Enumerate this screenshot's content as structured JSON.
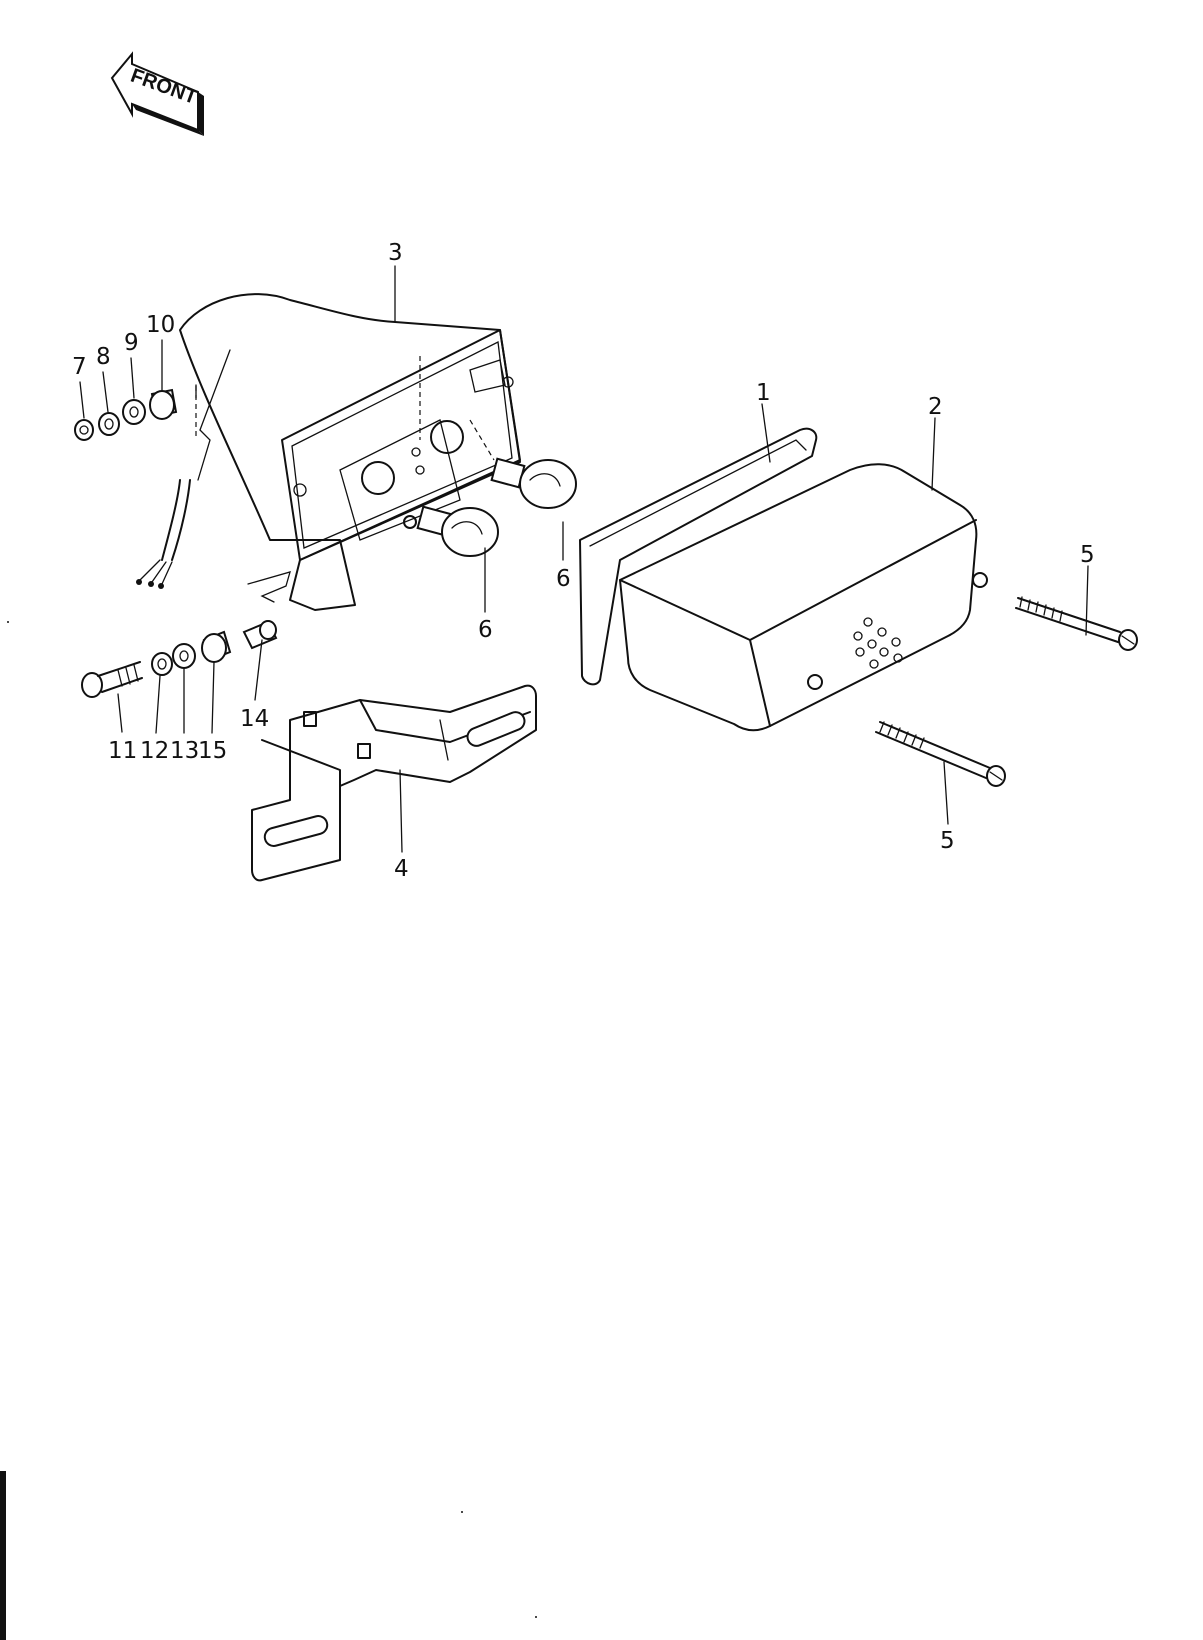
{
  "front_arrow": {
    "label": "FRONT"
  },
  "callouts": {
    "lens_gasket": "1",
    "tail_lens": "2",
    "lamp_housing": "3",
    "bracket": "4",
    "screw_upper": "5",
    "screw_lower": "5",
    "bulb_upper": "6",
    "bulb_lower": "6",
    "nut": "7",
    "lock_washer_a": "8",
    "washer_a": "9",
    "collar_a": "10",
    "bolt": "11",
    "lock_washer_b": "12",
    "washer_b": "13",
    "spacer": "14",
    "collar_b": "15"
  },
  "colors": {
    "ink": "#111111",
    "paper": "#ffffff"
  }
}
